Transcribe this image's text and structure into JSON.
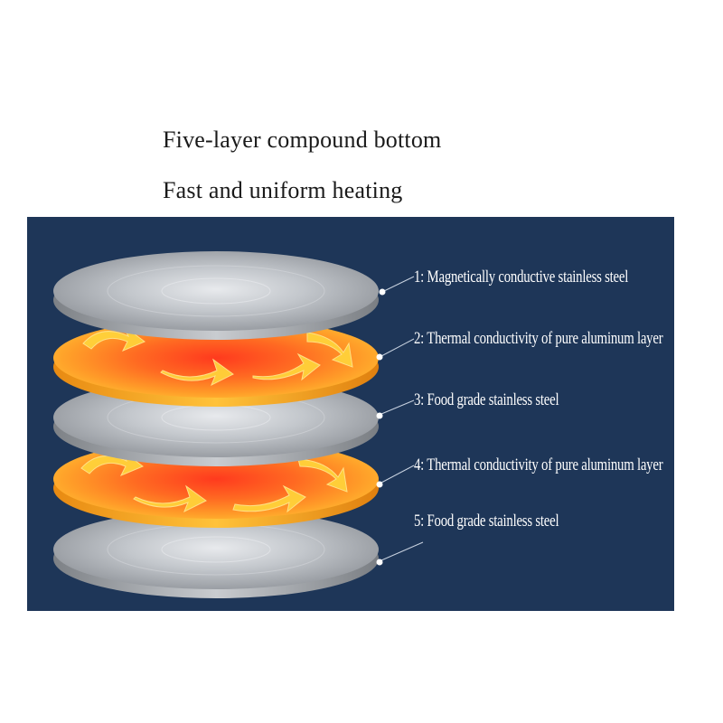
{
  "title": {
    "line1": "Five-layer compound bottom",
    "line2": "Fast and uniform heating"
  },
  "colors": {
    "panel_background": "#1e3658",
    "steel": "#b8bcc2",
    "aluminum_hot": "#ff4a1f",
    "aluminum_warm": "#ffb21e",
    "heat_arrow": "#ffd23a"
  },
  "layers": [
    {
      "number": "1",
      "label": "1: Magnetically conductive stainless steel",
      "material": "steel"
    },
    {
      "number": "2",
      "label": "2: Thermal conductivity of pure aluminum layer",
      "material": "aluminum"
    },
    {
      "number": "3",
      "label": "3: Food grade stainless steel",
      "material": "steel"
    },
    {
      "number": "4",
      "label": "4: Thermal conductivity of pure aluminum layer",
      "material": "aluminum"
    },
    {
      "number": "5",
      "label": "5: Food grade stainless steel",
      "material": "steel"
    }
  ]
}
